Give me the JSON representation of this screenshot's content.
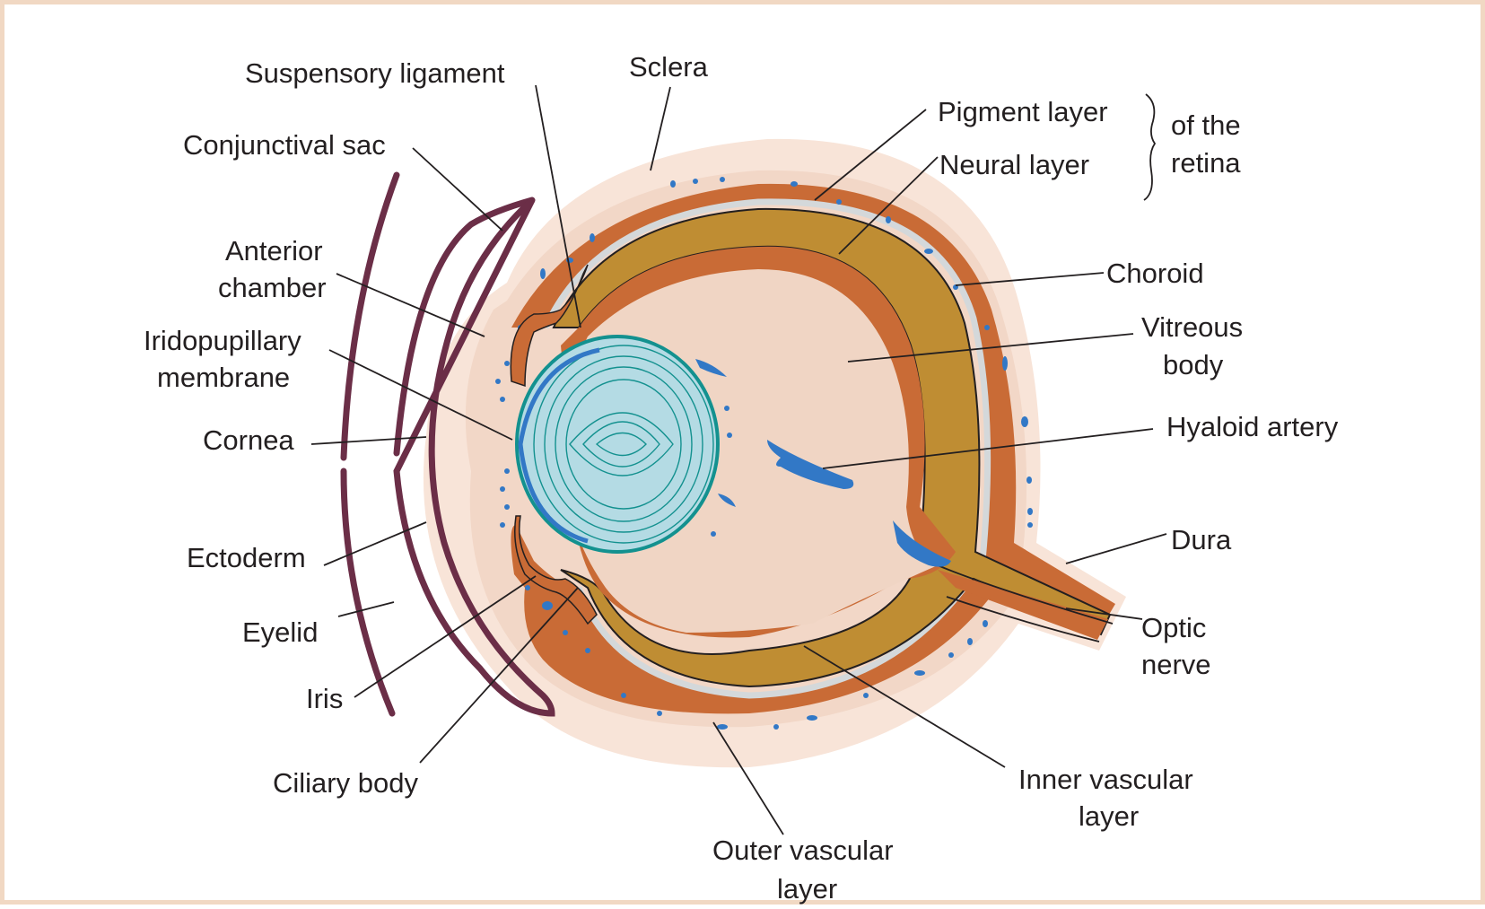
{
  "title": "Embryonic eye cross-section",
  "colors": {
    "border": "#f1d8c3",
    "outer_glow": "#f8e4d8",
    "sclera_fill": "#f2d7c7",
    "vitreous": "#f0d5c4",
    "choroid_orange": "#c96b36",
    "retina_gold": "#bf8d33",
    "pigment_gray": "#d4d8da",
    "lens_fill": "#b4dbe4",
    "lens_stroke": "#13918f",
    "vessel_blue": "#3278c6",
    "eyelid": "#6b2e47",
    "text": "#231f20"
  },
  "labels": {
    "suspensory_ligament": "Suspensory ligament",
    "sclera": "Sclera",
    "conjunctival_sac": "Conjunctival sac",
    "anterior_chamber_1": "Anterior",
    "anterior_chamber_2": "chamber",
    "iridopupillary_1": "Iridopupillary",
    "iridopupillary_2": "membrane",
    "cornea": "Cornea",
    "ectoderm": "Ectoderm",
    "eyelid": "Eyelid",
    "iris": "Iris",
    "ciliary_body": "Ciliary body",
    "pigment_layer": "Pigment layer",
    "neural_layer": "Neural layer",
    "of_the": "of the",
    "retina": "retina",
    "choroid": "Choroid",
    "vitreous_1": "Vitreous",
    "vitreous_2": "body",
    "hyaloid_artery": "Hyaloid artery",
    "dura": "Dura",
    "optic_1": "Optic",
    "optic_2": "nerve",
    "inner_vascular_1": "Inner vascular",
    "inner_vascular_2": "layer",
    "outer_vascular_1": "Outer vascular",
    "outer_vascular_2": "layer"
  }
}
